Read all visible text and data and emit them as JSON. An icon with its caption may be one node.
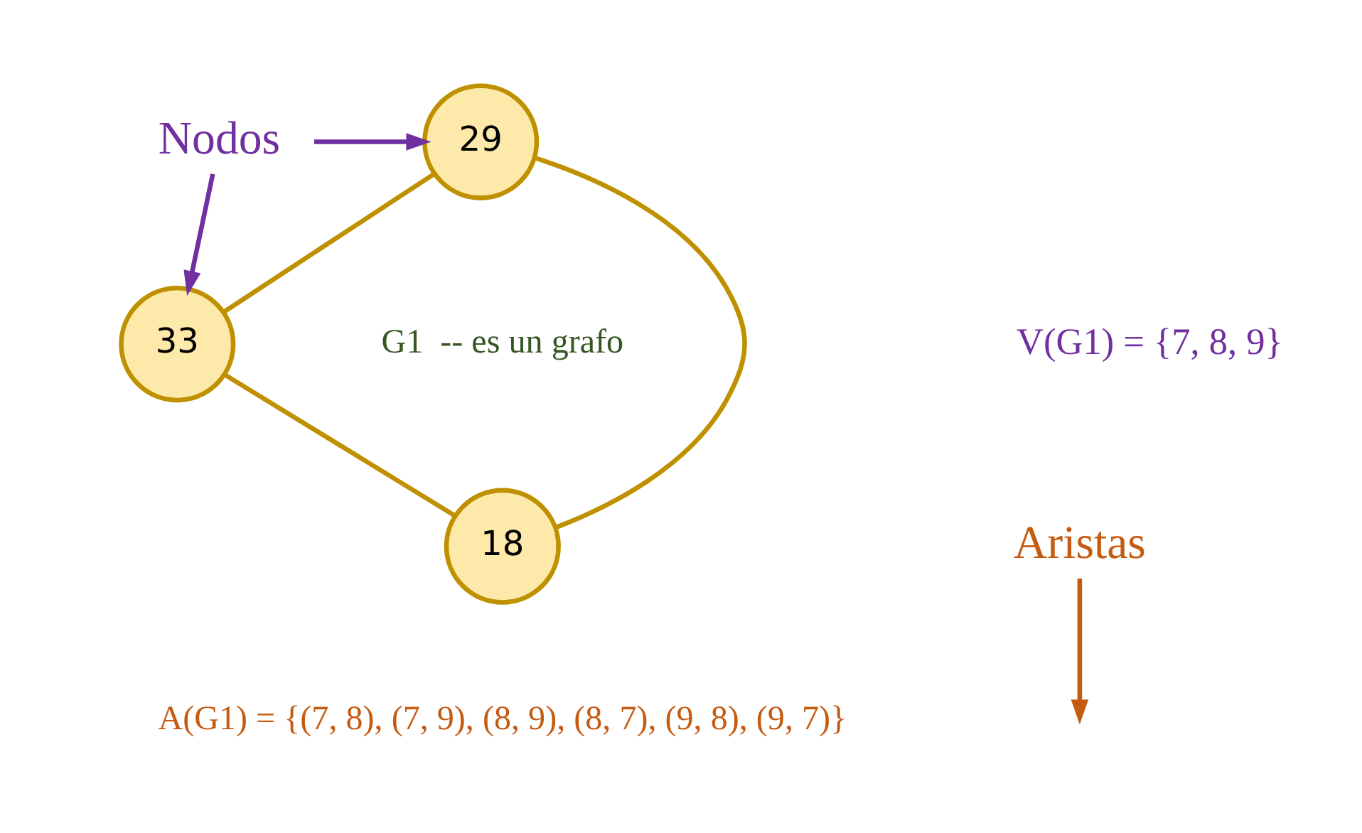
{
  "diagram": {
    "nodes": [
      {
        "text": [
          "29"
        ]
      },
      {
        "text": [
          "33"
        ]
      },
      {
        "text": [
          "18"
        ]
      },
      {
        "text": [
          "Nodos"
        ]
      },
      {
        "text": [
          "Aristas"
        ]
      }
    ],
    "edges": [
      {
        "from": 0,
        "to": 1,
        "arrow": "none"
      },
      {
        "from": 1,
        "to": 2,
        "arrow": "none"
      },
      {
        "from": 2,
        "to": 0,
        "arrow": "none"
      },
      {
        "from": 3,
        "to": 0,
        "arrow": "to",
        "color": "#7030a0"
      },
      {
        "from": 3,
        "to": 1,
        "arrow": "to",
        "color": "#7030a0"
      },
      {
        "from": 4,
        "to": null,
        "arrow": "to",
        "color": "#c55a11"
      }
    ],
    "labels": [
      "V(G1) = {7, 8, 9}",
      "G1  -- es un grafo",
      "A(G1) = {(7, 8), (7, 9), (8, 9), (8, 7), (9, 8), (9, 7)}"
    ]
  }
}
